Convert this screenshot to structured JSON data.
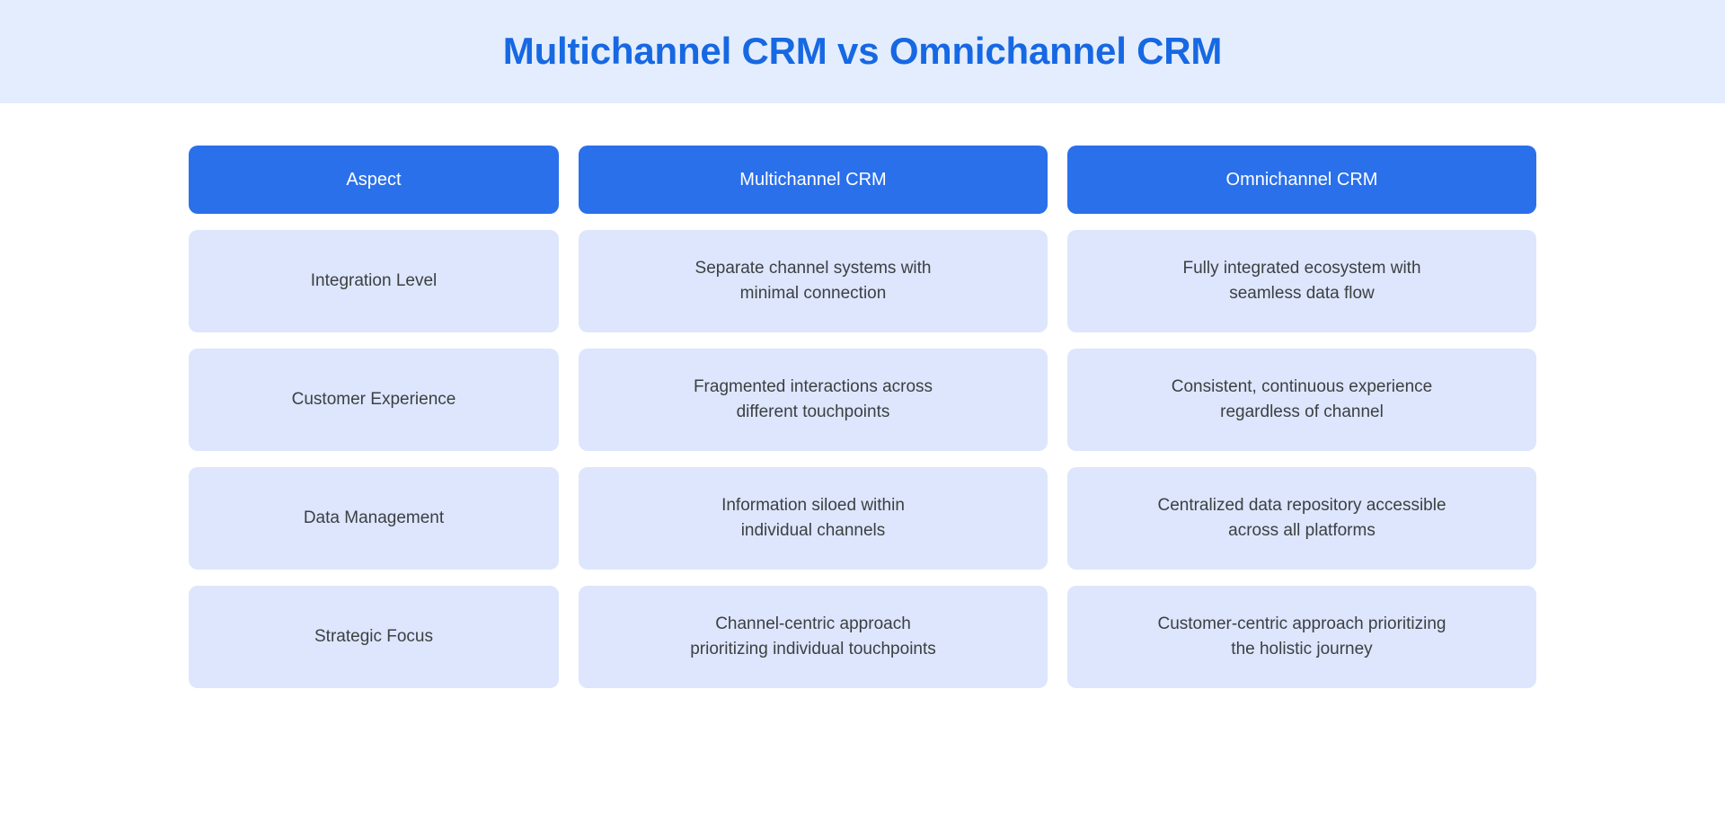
{
  "banner": {
    "title": "Multichannel CRM vs Omnichannel CRM",
    "background_color": "#e4edfd",
    "title_color": "#1668e3"
  },
  "theme": {
    "header_cell_color": "#2a70ea",
    "header_text_color": "#ffffff",
    "data_cell_color": "#dde6fc",
    "data_text_color": "#3c4043",
    "page_background": "#ffffff"
  },
  "table": {
    "columns": [
      {
        "label": "Aspect"
      },
      {
        "label": "Multichannel CRM"
      },
      {
        "label": "Omnichannel CRM"
      }
    ],
    "rows": [
      {
        "aspect": "Integration Level",
        "multichannel": "Separate channel systems with\nminimal connection",
        "omnichannel": "Fully integrated ecosystem with\nseamless data flow"
      },
      {
        "aspect": "Customer Experience",
        "multichannel": "Fragmented interactions across\ndifferent touchpoints",
        "omnichannel": "Consistent, continuous experience\nregardless of channel"
      },
      {
        "aspect": "Data Management",
        "multichannel": "Information siloed within\nindividual channels",
        "omnichannel": "Centralized data repository accessible\nacross all platforms"
      },
      {
        "aspect": "Strategic Focus",
        "multichannel": "Channel-centric approach\nprioritizing individual touchpoints",
        "omnichannel": "Customer-centric approach prioritizing\nthe holistic journey"
      }
    ]
  }
}
